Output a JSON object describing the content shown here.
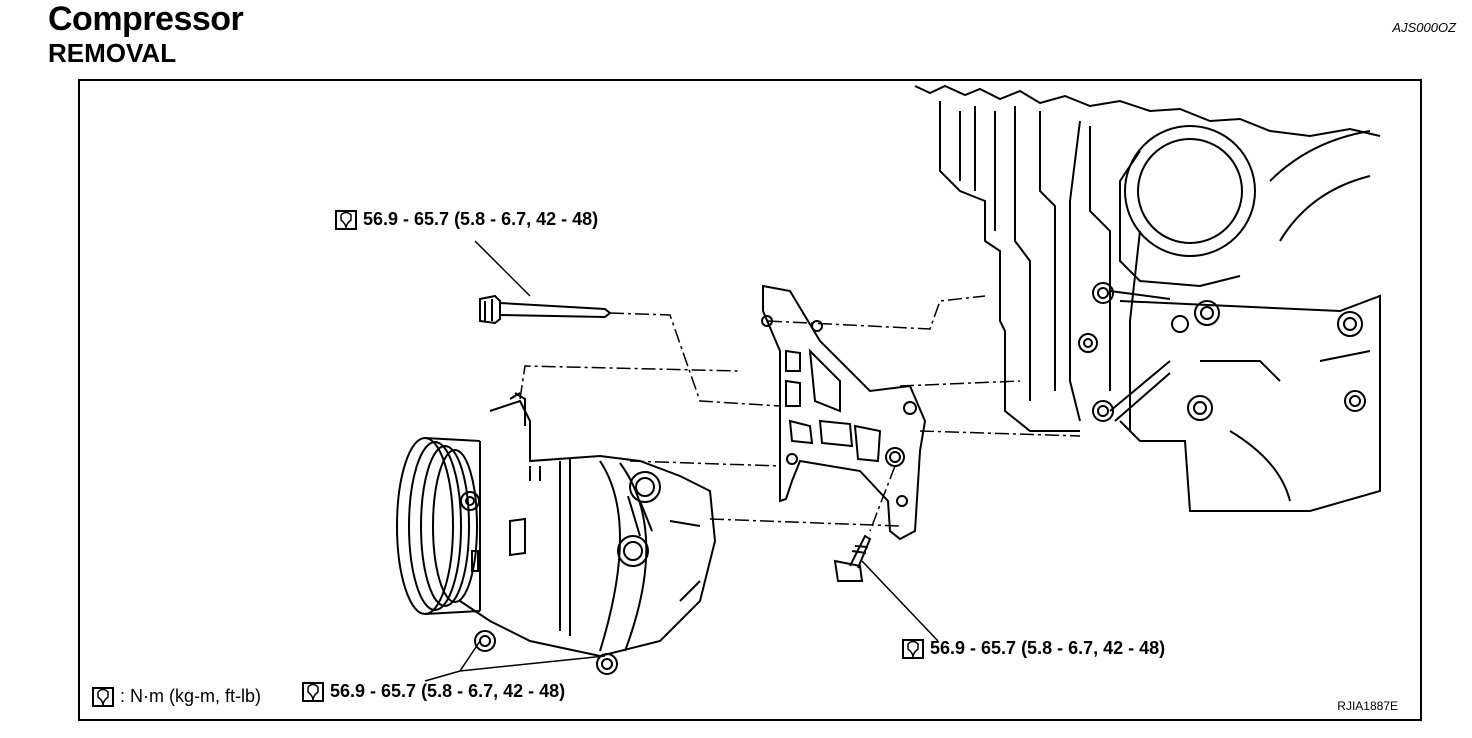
{
  "header": {
    "title": "Compressor",
    "subtitle": "REMOVAL",
    "code": "AJS000OZ"
  },
  "figure": {
    "ref": "RJIA1887E",
    "torque_top": "56.9 - 65.7 (5.8 - 6.7, 42 - 48)",
    "torque_right": "56.9 - 65.7 (5.8 - 6.7, 42 - 48)",
    "torque_bottom": "56.9 - 65.7 (5.8 - 6.7, 42 - 48)",
    "legend_units": ": N·m (kg-m, ft-lb)",
    "icons": [
      "torque-wrench-icon"
    ]
  }
}
